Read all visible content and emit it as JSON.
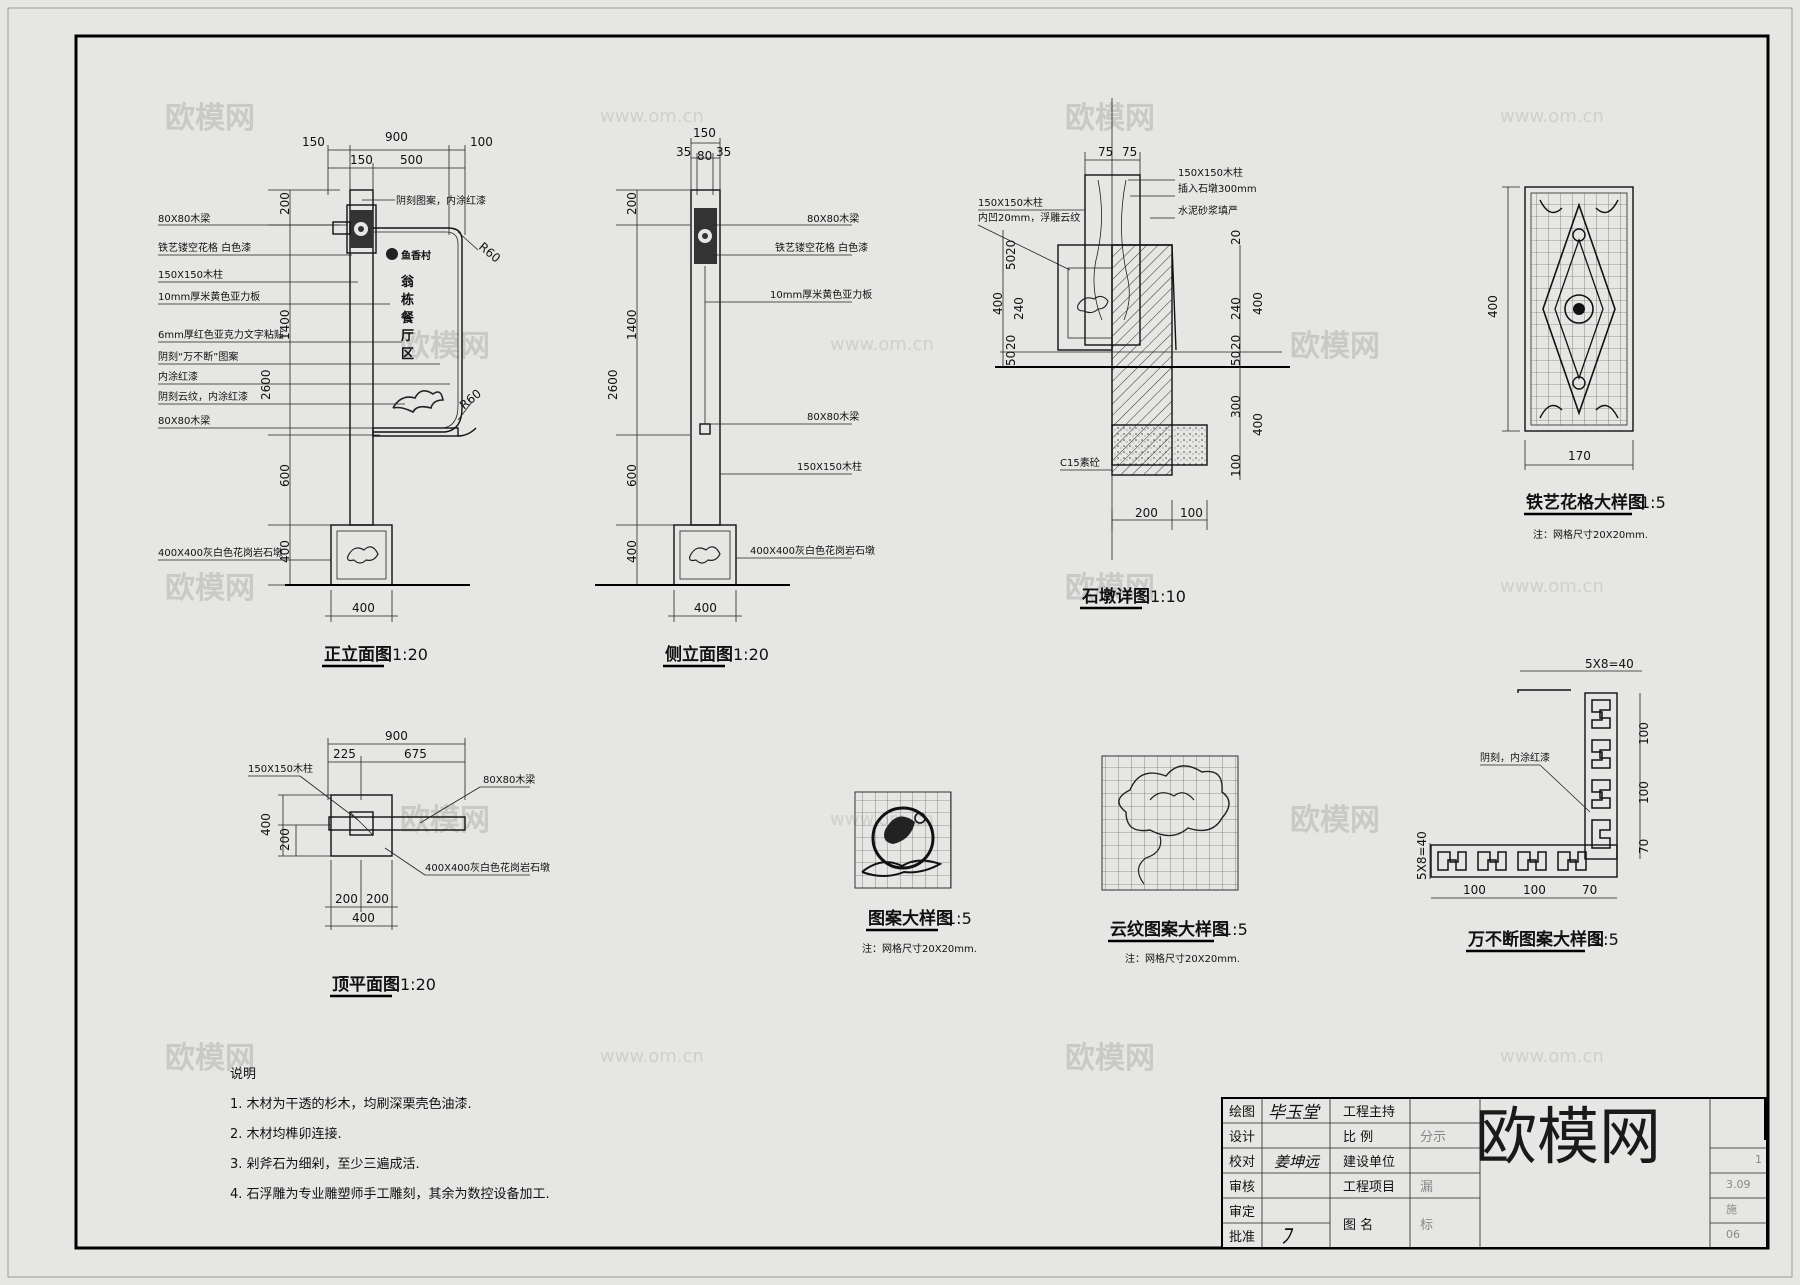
{
  "watermark": {
    "logo": "欧模网",
    "url": "www.om.cn"
  },
  "front_elevation": {
    "dims_top": [
      "900",
      "150",
      "150",
      "500",
      "100"
    ],
    "dims_left": [
      "200",
      "1400",
      "2600",
      "600",
      "400"
    ],
    "width_bottom": "400",
    "labels": [
      "80X80木梁",
      "铁艺镂空花格  白色漆",
      "150X150木柱",
      "10mm厚米黄色亚力板",
      "6mm厚红色亚克力文字粘贴",
      "阴刻“万不断”图案",
      "内涂红漆",
      "阴刻云纹，内涂红漆",
      "80X80木梁",
      "400X400灰白色花岗岩石墩"
    ],
    "top_note": "阴刻图案，内涂红漆",
    "radius_top": "R60",
    "radius_bottom": "R60",
    "sign_village": "鱼香村",
    "sign_main": [
      "翁",
      "栋",
      "餐",
      "厅",
      "区"
    ],
    "title": "正立面图",
    "scale": "1:20"
  },
  "side_elevation": {
    "dims_top": [
      "150",
      "35",
      "80",
      "35"
    ],
    "dims_left": [
      "200",
      "1400",
      "2600",
      "600",
      "400"
    ],
    "width_bottom": "400",
    "labels": [
      "80X80木梁",
      "铁艺镂空花格  白色漆",
      "10mm厚米黄色亚力板",
      "80X80木梁",
      "150X150木柱",
      "400X400灰白色花岗岩石墩"
    ],
    "title": "侧立面图",
    "scale": "1:20"
  },
  "stone_detail": {
    "dims_top": [
      "75",
      "75"
    ],
    "dims_left": [
      "20",
      "50",
      "400",
      "240",
      "20",
      "50"
    ],
    "dims_right": [
      "20",
      "240",
      "400",
      "20",
      "50",
      "300",
      "400",
      "100"
    ],
    "dims_bottom": [
      "200",
      "100"
    ],
    "labels": [
      "150X150木柱",
      "插入石墩300mm",
      "水泥砂浆填严",
      "150X150木柱",
      "内凹20mm，浮雕云纹",
      "C15素砼"
    ],
    "title": "石墩详图",
    "scale": "1:10"
  },
  "iron_lattice": {
    "height": "400",
    "width": "170",
    "title": "铁艺花格大样图",
    "scale": "1:5",
    "note": "注：网格尺寸20X20mm."
  },
  "top_plan": {
    "dims_top": [
      "900",
      "225",
      "675"
    ],
    "dims_left": [
      "400",
      "200"
    ],
    "dims_bottom": [
      "200",
      "200",
      "400"
    ],
    "labels": [
      "150X150木柱",
      "80X80木梁",
      "400X400灰白色花岗岩石墩"
    ],
    "title": "顶平面图",
    "scale": "1:20"
  },
  "pattern_detail": {
    "title": "图案大样图",
    "scale": "1:5",
    "note": "注：网格尺寸20X20mm."
  },
  "cloud_detail": {
    "title": "云纹图案大样图",
    "scale": "1:5",
    "note": "注：网格尺寸20X20mm."
  },
  "wanbuduan_detail": {
    "dims_top": "5X8=40",
    "dims_left": "5X8=40",
    "dims_right": [
      "100",
      "100",
      "70"
    ],
    "dims_bottom": [
      "100",
      "100",
      "70"
    ],
    "label": "阴刻，内涂红漆",
    "title": "万不断图案大样图",
    "scale": "1:5"
  },
  "notes": {
    "heading": "说明",
    "items": [
      "1.  木材为干透的杉木，均刷深栗壳色油漆.",
      "2.  木材均榫卯连接.",
      "3.  剁斧石为细剁，至少三遍成活.",
      "4.  石浮雕为专业雕塑师手工雕刻，其余为数控设备加工."
    ]
  },
  "title_block": {
    "rows": [
      {
        "label": "绘图",
        "signature": "毕玉堂"
      },
      {
        "label": "设计",
        "signature": ""
      },
      {
        "label": "校对",
        "signature": "姜坤远"
      },
      {
        "label": "审核",
        "signature": ""
      },
      {
        "label": "审定",
        "signature": ""
      },
      {
        "label": "批准",
        "signature": "ﾌ"
      }
    ],
    "fields": [
      {
        "label": "工程主持",
        "value": ""
      },
      {
        "label": "比    例",
        "value": "分示"
      },
      {
        "label": "建设单位",
        "value": ""
      },
      {
        "label": "工程项目",
        "value": "漏"
      },
      {
        "label": "图    名",
        "value": "标"
      }
    ],
    "right_fragments": [
      "1",
      "3.09",
      "施",
      "06"
    ]
  }
}
